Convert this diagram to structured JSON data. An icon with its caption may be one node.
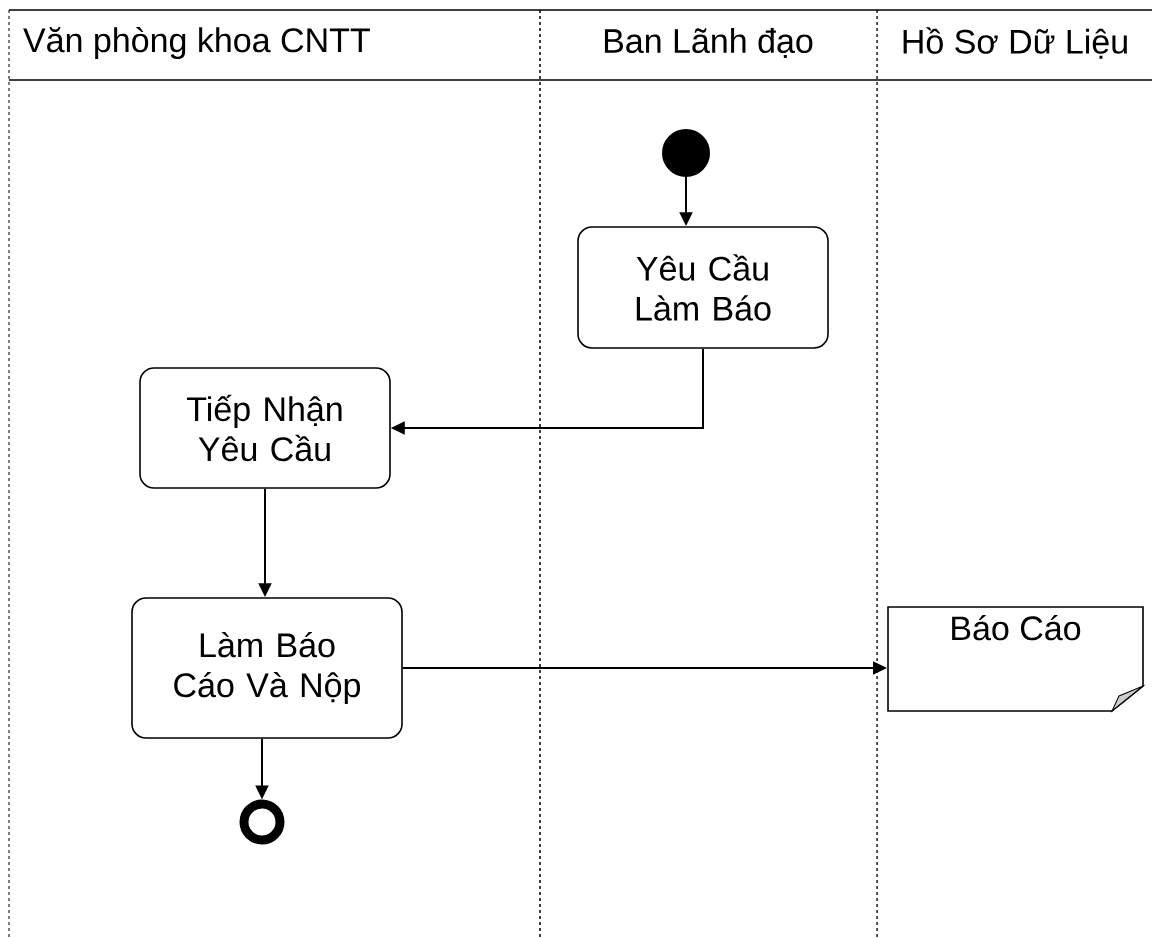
{
  "diagram": {
    "nodes": [
      {
        "text": [
          "Văn phòng  khoa CNTT"
        ]
      },
      {
        "text": [
          "Ban Lãnh đạo"
        ]
      },
      {
        "text": [
          "Hồ Sơ Dữ Liệu"
        ]
      },
      {
        "text": [],
        "shape": "circle",
        "in": 1
      },
      {
        "text": [
          "Yêu Cầu Làm Báo"
        ],
        "in": 1
      },
      {
        "text": [
          "Tiếp Nhận Yêu Cầu"
        ],
        "in": 0
      },
      {
        "text": [
          "Làm Báo Cáo Và Nộp"
        ],
        "in": 0
      },
      {
        "text": [
          "Báo Cáo"
        ],
        "in": 2
      },
      {
        "text": [],
        "shape": "circle",
        "in": 0
      }
    ],
    "edges": [
      {
        "from": 3,
        "to": 4,
        "arrow": "to"
      },
      {
        "from": 4,
        "to": 5,
        "arrow": "to"
      },
      {
        "from": 5,
        "to": 6,
        "arrow": "to"
      },
      {
        "from": 6,
        "to": 7,
        "arrow": "to"
      },
      {
        "from": 6,
        "to": 8,
        "arrow": "to"
      }
    ]
  }
}
